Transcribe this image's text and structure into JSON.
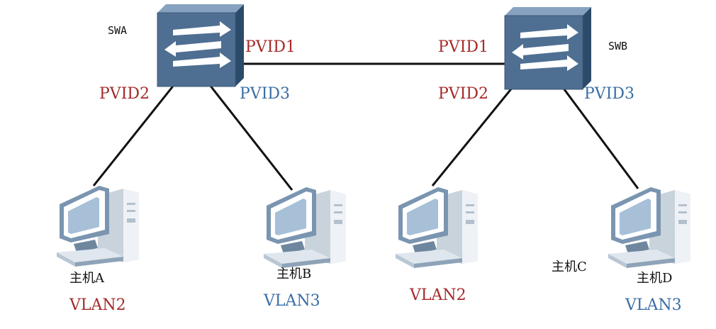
{
  "switches": [
    {
      "name": "SWA"
    },
    {
      "name": "SWB"
    }
  ],
  "pvid_labels": {
    "swa_trunk": "PVID1",
    "swa_port_a": "PVID2",
    "swa_port_b": "PVID3",
    "swb_trunk": "PVID1",
    "swb_port_c": "PVID2",
    "swb_port_d": "PVID3"
  },
  "hosts": [
    {
      "name": "主机A",
      "vlan": "VLAN2"
    },
    {
      "name": "主机B",
      "vlan": "VLAN3"
    },
    {
      "name": "主机C",
      "vlan": "VLAN2"
    },
    {
      "name": "主机D",
      "vlan": "VLAN3"
    }
  ],
  "colors": {
    "pvid_red": "#a52a2a",
    "pvid_blue": "#3a6ea5",
    "switch_face": "#4f6f92",
    "switch_top": "#7f9cbb",
    "switch_side": "#2f4f70",
    "link": "#111111"
  }
}
